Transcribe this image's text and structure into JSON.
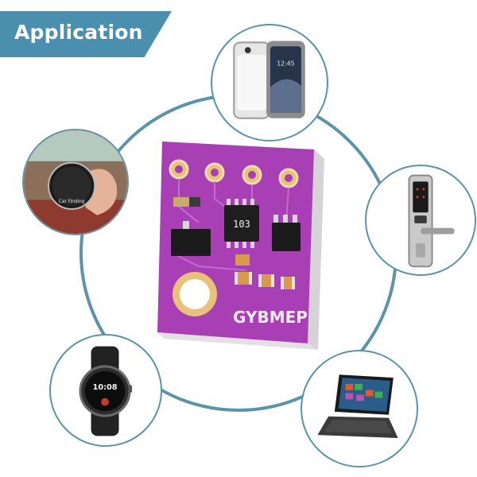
{
  "banner": {
    "title": "Application",
    "color": "#4a8fae"
  },
  "ring_color": "#5b93ab",
  "board": {
    "silkscreen": "GYBMEP",
    "resistor_code": "103",
    "pcb_color": "#a83fb4"
  },
  "applications": [
    {
      "icon": "smartphone-icon",
      "screen_time": "12:45"
    },
    {
      "icon": "tracker-tag-icon",
      "label": "Car Finding"
    },
    {
      "icon": "smart-lock-icon"
    },
    {
      "icon": "smartwatch-icon",
      "screen_time": "10:08"
    },
    {
      "icon": "tablet-icon"
    }
  ]
}
